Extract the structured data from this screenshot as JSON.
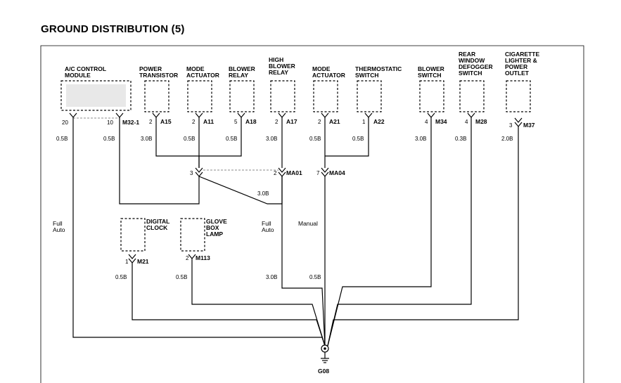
{
  "title": "GROUND DISTRIBUTION (5)",
  "components": {
    "ac_control_module": [
      "A/C CONTROL",
      "MODULE"
    ],
    "power_transistor": [
      "POWER",
      "TRANSISTOR"
    ],
    "mode_actuator_1": [
      "MODE",
      "ACTUATOR"
    ],
    "blower_relay": [
      "BLOWER",
      "RELAY"
    ],
    "high_blower_relay": [
      "HIGH",
      "BLOWER",
      "RELAY"
    ],
    "mode_actuator_2": [
      "MODE",
      "ACTUATOR"
    ],
    "thermostatic_switch": [
      "THERMOSTATIC",
      "SWITCH"
    ],
    "blower_switch": [
      "BLOWER",
      "SWITCH"
    ],
    "rear_window_defogger_switch": [
      "REAR",
      "WINDOW",
      "DEFOGGER",
      "SWITCH"
    ],
    "cigarette_lighter": [
      "CIGARETTE",
      "LIGHTER &",
      "POWER",
      "OUTLET"
    ],
    "digital_clock": [
      "DIGITAL",
      "CLOCK"
    ],
    "glove_box_lamp": [
      "GLOVE",
      "BOX",
      "LAMP"
    ]
  },
  "pins": {
    "ac_20": "20",
    "ac_10": "10",
    "ac_conn": "M32-1",
    "a15_pin": "2",
    "a15": "A15",
    "a11_pin": "2",
    "a11": "A11",
    "a18_pin": "5",
    "a18": "A18",
    "a17_pin": "2",
    "a17": "A17",
    "a21_pin": "2",
    "a21": "A21",
    "a22_pin": "1",
    "a22": "A22",
    "m34_pin": "4",
    "m34": "M34",
    "m28_pin": "4",
    "m28": "M28",
    "m37_pin": "3",
    "m37": "M37",
    "m21_pin": "1",
    "m21": "M21",
    "m113_pin": "2",
    "m113": "M113",
    "ma01_left_pin": "3",
    "ma01_pin": "2",
    "ma01": "MA01",
    "ma04_pin": "7",
    "ma04": "MA04"
  },
  "wires": {
    "w1": "0.5B",
    "w2": "0.5B",
    "w3": "3.0B",
    "w4": "0.5B",
    "w5": "0.5B",
    "w6": "3.0B",
    "w7": "0.5B",
    "w8": "0.5B",
    "w9": "3.0B",
    "w10": "0.3B",
    "w11": "2.0B",
    "w12": "3.0B",
    "w13": "0.5B",
    "w14": "0.5B",
    "w15": "3.0B",
    "w16": "0.5B"
  },
  "notes": {
    "full_auto_left": [
      "Full",
      "Auto"
    ],
    "full_auto_mid": [
      "Full",
      "Auto"
    ],
    "manual": "Manual"
  },
  "ground": "G08"
}
